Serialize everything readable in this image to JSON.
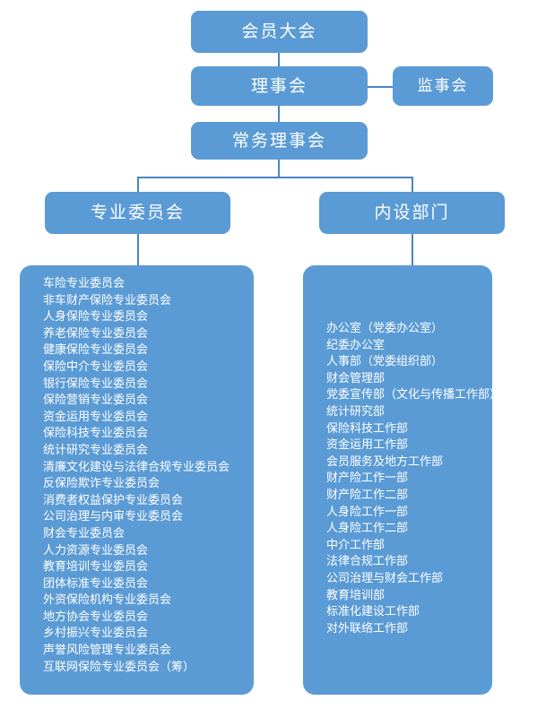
{
  "theme": {
    "box_fill": "#5B9BD5",
    "line_color": "#4A85C4",
    "text_color": "#FFFFFF",
    "background": "#FFFFFF"
  },
  "nodes": {
    "general_assembly": "会员大会",
    "council": "理事会",
    "board_of_supervisors": "监事会",
    "standing_council": "常务理事会",
    "professional_committees": "专业委员会",
    "internal_departments": "内设部门"
  },
  "professional_committees": {
    "title": "专业委员会",
    "items": [
      "车险专业委员会",
      "非车财产保险专业委员会",
      "人身保险专业委员会",
      "养老保险专业委员会",
      "健康保险专业委员会",
      "保险中介专业委员会",
      "银行保险专业委员会",
      "保险营销专业委员会",
      "资金运用专业委员会",
      "保险科技专业委员会",
      "统计研究专业委员会",
      "清廉文化建设与法律合规专业委员会",
      "反保险欺诈专业委员会",
      "消费者权益保护专业委员会",
      "公司治理与内审专业委员会",
      "财会专业委员会",
      "人力资源专业委员会",
      "教育培训专业委员会",
      "团体标准专业委员会",
      "外资保险机构专业委员会",
      "地方协会专业委员会",
      "乡村振兴专业委员会",
      "声誉风险管理专业委员会",
      "互联网保险专业委员会（筹）"
    ]
  },
  "internal_departments": {
    "title": "内设部门",
    "items": [
      "办公室（党委办公室）",
      "纪委办公室",
      "人事部（党委组织部）",
      "财会管理部",
      "党委宣传部（文化与传播工作部）",
      "统计研究部",
      "保险科技工作部",
      "资金运用工作部",
      "会员服务及地方工作部",
      "财产险工作一部",
      "财产险工作二部",
      "人身险工作一部",
      "人身险工作二部",
      "中介工作部",
      "法律合规工作部",
      "公司治理与财会工作部",
      "教育培训部",
      "标准化建设工作部",
      "对外联络工作部"
    ]
  }
}
